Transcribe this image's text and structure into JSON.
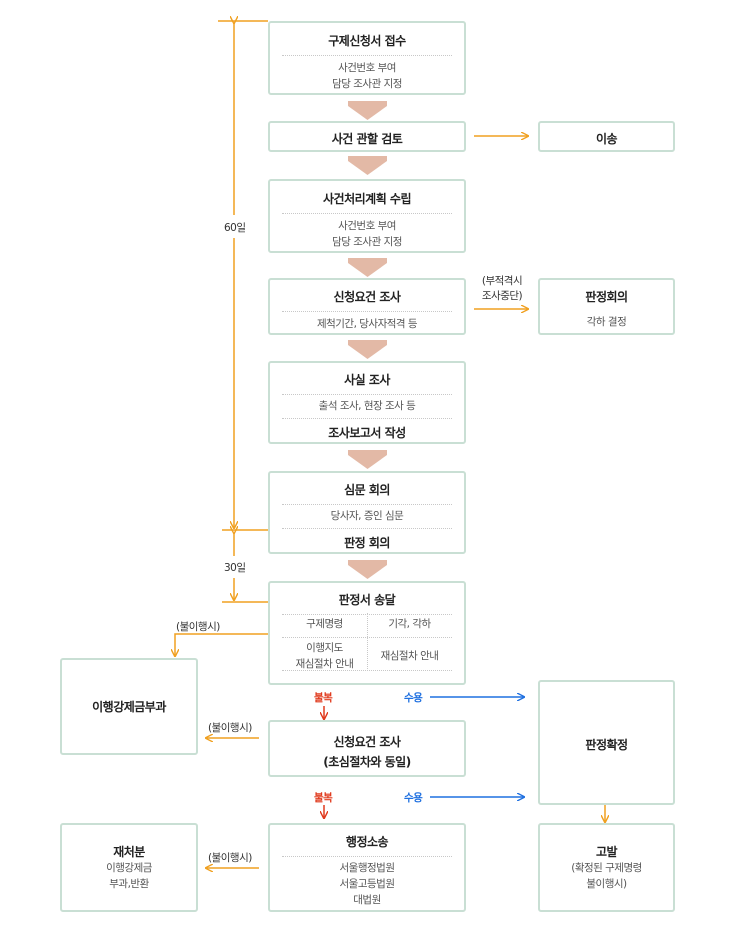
{
  "steps": {
    "receipt": {
      "title": "구제신청서 접수",
      "lines": [
        "사건번호 부여",
        "담당 조사관 지정"
      ]
    },
    "jurisdiction": {
      "title": "사건 관할 검토"
    },
    "transfer": {
      "title": "이송"
    },
    "plan": {
      "title": "사건처리계획 수립",
      "lines": [
        "사건번호 부여",
        "담당 조사관 지정"
      ]
    },
    "requirement": {
      "title": "신청요건 조사",
      "sub": "제척기간, 당사자적격 등"
    },
    "decision_meeting": {
      "title": "판정회의",
      "sub": "각하 결정"
    },
    "fact": {
      "title": "사실 조사",
      "sub": "출석 조사, 현장 조사 등",
      "footer": "조사보고서 작성"
    },
    "hearing": {
      "title": "심문 회의",
      "sub": "당사자, 증인 심문",
      "footer": "판정 회의"
    },
    "delivery": {
      "title": "판정서 송달",
      "cells": [
        "구제명령",
        "기각, 각하",
        "이행지도",
        "재심절차 안내",
        "재심절차 안내"
      ]
    },
    "penalty": {
      "title": "이행강제금부과"
    },
    "review": {
      "title": "신청요건 조사",
      "title2": "(초심절차와 동일)"
    },
    "confirmed": {
      "title": "판정확정"
    },
    "reprocess": {
      "title": "재처분",
      "lines": [
        "이행강제금",
        "부과,반환"
      ]
    },
    "litigation": {
      "title": "행정소송",
      "lines": [
        "서울행정법원",
        "서울고등법원",
        "대법원"
      ]
    },
    "accusation": {
      "title": "고발",
      "lines": [
        "(확정된 구제명령",
        "불이행시)"
      ]
    }
  },
  "labels": {
    "days60": "60일",
    "days30": "30일",
    "unfit_l1": "(부적격시",
    "unfit_l2": "조사중단)",
    "noncomply": "(불이행시)",
    "appeal": "불복",
    "accept": "수용"
  },
  "colors": {
    "orange": "#f0a020",
    "chevron": "#e3b9a6",
    "border": "#c9dfd4",
    "red": "#e03a1e",
    "blue": "#1f70e0"
  }
}
